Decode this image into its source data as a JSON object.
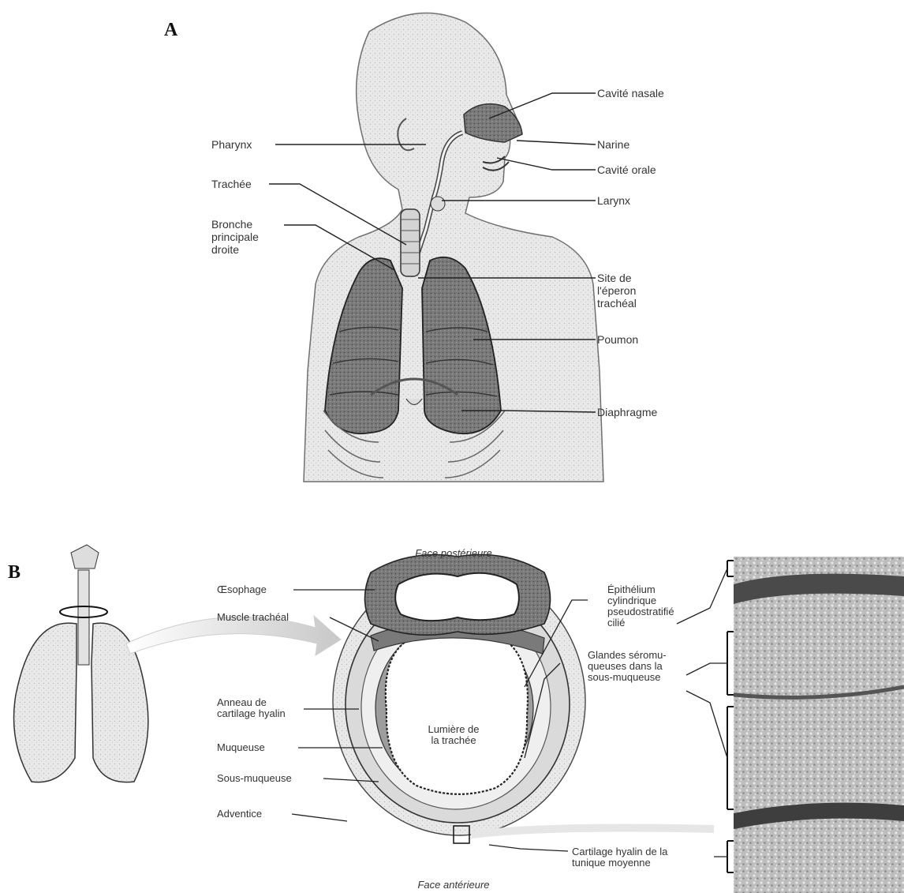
{
  "panels": {
    "a": {
      "letter": "A",
      "labels": {
        "cavite_nasale": "Cavité nasale",
        "narine": "Narine",
        "cavite_orale": "Cavité orale",
        "larynx": "Larynx",
        "pharynx": "Pharynx",
        "trachee": "Trachée",
        "bronche": "Bronche\nprincipale\ndroite",
        "eperon": "Site de\nl'éperon\ntrachéal",
        "poumon": "Poumon",
        "diaphragme": "Diaphragme"
      }
    },
    "b": {
      "letter": "B",
      "labels": {
        "face_posterieure": "Face postérieure",
        "face_anterieure": "Face antérieure",
        "oesophage": "Œsophage",
        "muscle_tracheal": "Muscle trachéal",
        "anneau": "Anneau de\ncartilage hyalin",
        "muqueuse": "Muqueuse",
        "sous_muqueuse": "Sous-muqueuse",
        "adventice": "Adventice",
        "lumiere": "Lumière de\nla trachée",
        "epithelium": "Épithélium\ncylindrique\npseudostratifié\ncilié",
        "glandes": "Glandes séromu-\nqueuses dans la\nsous-muqueuse",
        "cartilage_tunique": "Cartilage hyalin de la\ntunique moyenne"
      }
    }
  },
  "colors": {
    "skin": "#e6e6e6",
    "lung_dark": "#6c6c6c",
    "cartilage": "#d8d8d8",
    "mucosa": "#9a9a9a",
    "lumen": "#ffffff",
    "line": "#222222"
  }
}
